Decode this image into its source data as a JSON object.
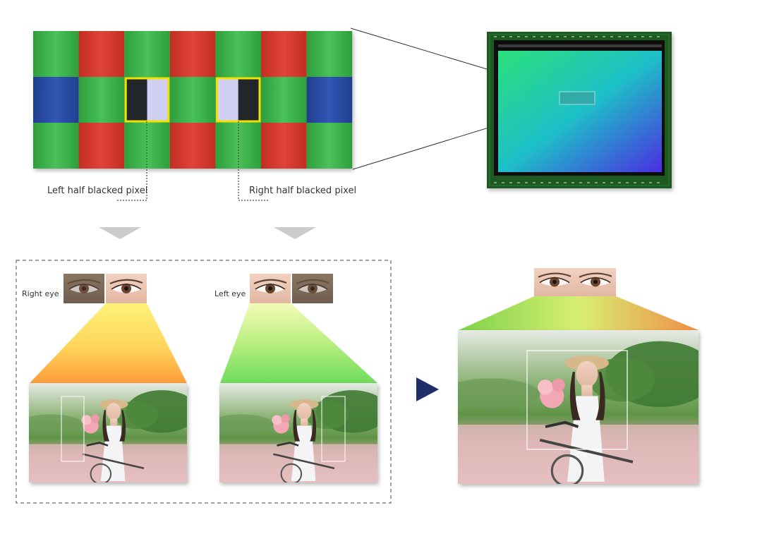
{
  "labels": {
    "left_half_blacked": "Left half blacked pixel",
    "right_half_blacked": "Right half blacked pixel",
    "right_eye": "Right eye",
    "left_eye": "Left eye"
  },
  "pixel_grid": {
    "rows": 3,
    "cols": 7,
    "pattern": [
      [
        "green",
        "red",
        "green",
        "red",
        "green",
        "red",
        "green"
      ],
      [
        "blue",
        "green",
        "pd-left",
        "green",
        "pd-right",
        "green",
        "blue"
      ],
      [
        "green",
        "red",
        "green",
        "red",
        "green",
        "red",
        "green"
      ]
    ]
  },
  "colors": {
    "green": "#3cb34a",
    "red": "#d83a2e",
    "blue": "#2a4fa8",
    "pixel_black": "#24262c",
    "pixel_light": "#cfd0f4",
    "highlight": "#f4e000",
    "arrow": "#1c2f66",
    "chevron": "#cccccc",
    "dashed_border": "#666666",
    "sensor_board": "#1f5a24"
  }
}
